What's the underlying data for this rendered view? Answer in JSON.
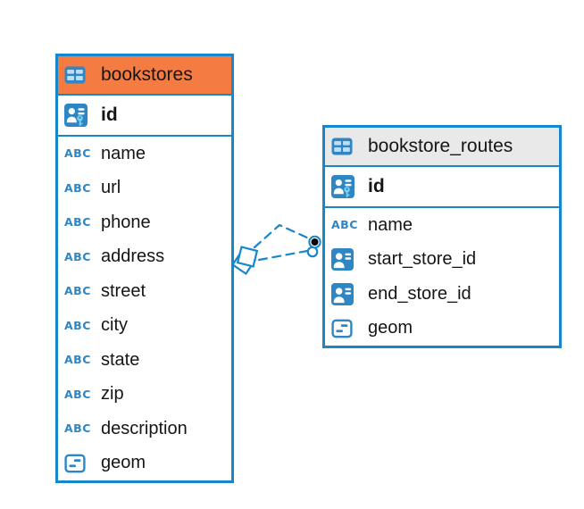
{
  "colors": {
    "accent_blue": "#1787CC",
    "icon_blue": "#2E86C5",
    "key_cyan": "#7BD2F1",
    "bookstores_header_orange": "#F47B42",
    "routes_header_gray": "#E9E9E9",
    "text": "#151515",
    "relationship_endpoint_black": "#000000"
  },
  "icon_labels": {
    "abc": "ABC"
  },
  "tables": {
    "bookstores": {
      "title": "bookstores",
      "pk": {
        "name": "id",
        "type": "primary-key"
      },
      "fields": [
        {
          "name": "name",
          "type": "text"
        },
        {
          "name": "url",
          "type": "text"
        },
        {
          "name": "phone",
          "type": "text"
        },
        {
          "name": "address",
          "type": "text"
        },
        {
          "name": "street",
          "type": "text"
        },
        {
          "name": "city",
          "type": "text"
        },
        {
          "name": "state",
          "type": "text"
        },
        {
          "name": "zip",
          "type": "text"
        },
        {
          "name": "description",
          "type": "text"
        },
        {
          "name": "geom",
          "type": "geometry"
        }
      ]
    },
    "bookstore_routes": {
      "title": "bookstore_routes",
      "pk": {
        "name": "id",
        "type": "primary-key"
      },
      "fields": [
        {
          "name": "name",
          "type": "text"
        },
        {
          "name": "start_store_id",
          "type": "reference"
        },
        {
          "name": "end_store_id",
          "type": "reference"
        },
        {
          "name": "geom",
          "type": "geometry"
        }
      ]
    }
  },
  "relationship": {
    "from_table": "bookstores",
    "to_table": "bookstore_routes",
    "line_style": "dashed",
    "line_count": 2
  }
}
